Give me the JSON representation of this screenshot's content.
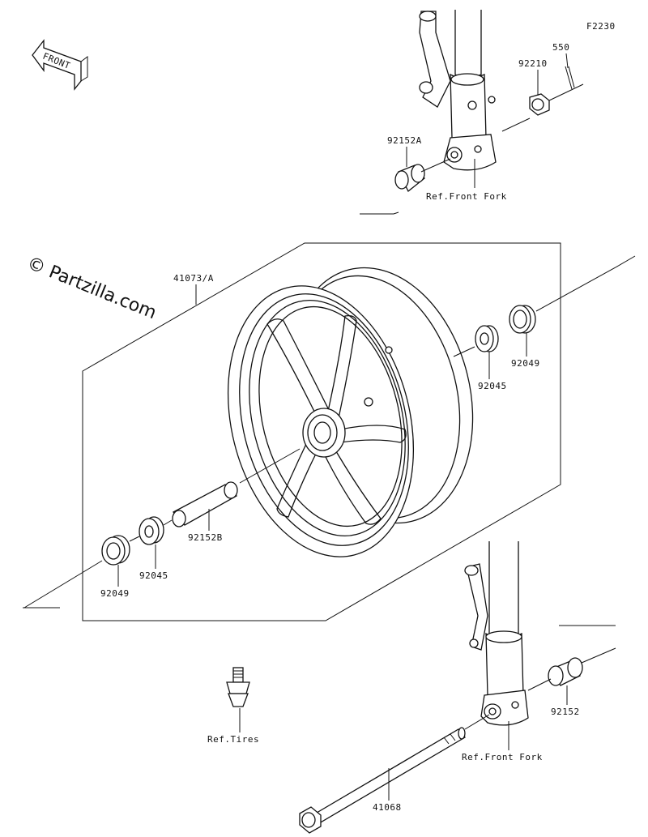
{
  "figure_code": "F2230",
  "watermark": "© Partzilla.com",
  "front_arrow_label": "FRONT",
  "labels": {
    "p550": "550",
    "p92210": "92210",
    "p92152A": "92152A",
    "ref_front_fork_top": "Ref.Front Fork",
    "p41073A": "41073/A",
    "p92049_right": "92049",
    "p92045_right": "92045",
    "p92152B": "92152B",
    "p92045_left": "92045",
    "p92049_left": "92049",
    "p92152": "92152",
    "ref_tires": "Ref.Tires",
    "ref_front_fork_bottom": "Ref.Front Fork",
    "p41068": "41068"
  }
}
